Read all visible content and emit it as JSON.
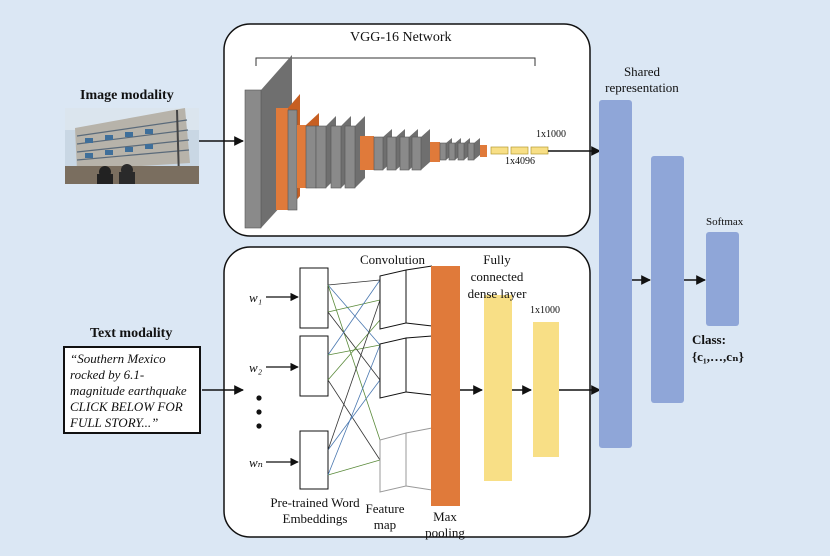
{
  "title": "VGG-16 Network",
  "image_modality": "Image modality",
  "text_modality": "Text modality",
  "text_sample": "“Southern Mexico\nrocked by 6.1-\nmagnitude earthquake\nCLICK BELOW FOR\nFULL STORY...”",
  "vgg_dim_4096": "1x4096",
  "vgg_dim_1000": "1x1000",
  "shared_representation": "Shared\nrepresentation",
  "softmax": "Softmax",
  "class_label": "Class:",
  "class_set": "{c₁,…,cₙ}",
  "convolution": "Convolution",
  "fully_connected": "Fully\nconnected\ndense layer",
  "text_dim_1000": "1x1000",
  "word_embeddings": "Pre-trained Word\nEmbeddings",
  "feature_map": "Feature\nmap",
  "max_pooling": "Max\npooling",
  "words": [
    "w₁",
    "w₂",
    "wₙ"
  ],
  "colors": {
    "background": "#dbe7f4",
    "conv_gray": "#808080",
    "pool_orange": "#e07a3a",
    "fc_yellow": "#f8df86",
    "shared_blue": "#8fa6d8"
  }
}
